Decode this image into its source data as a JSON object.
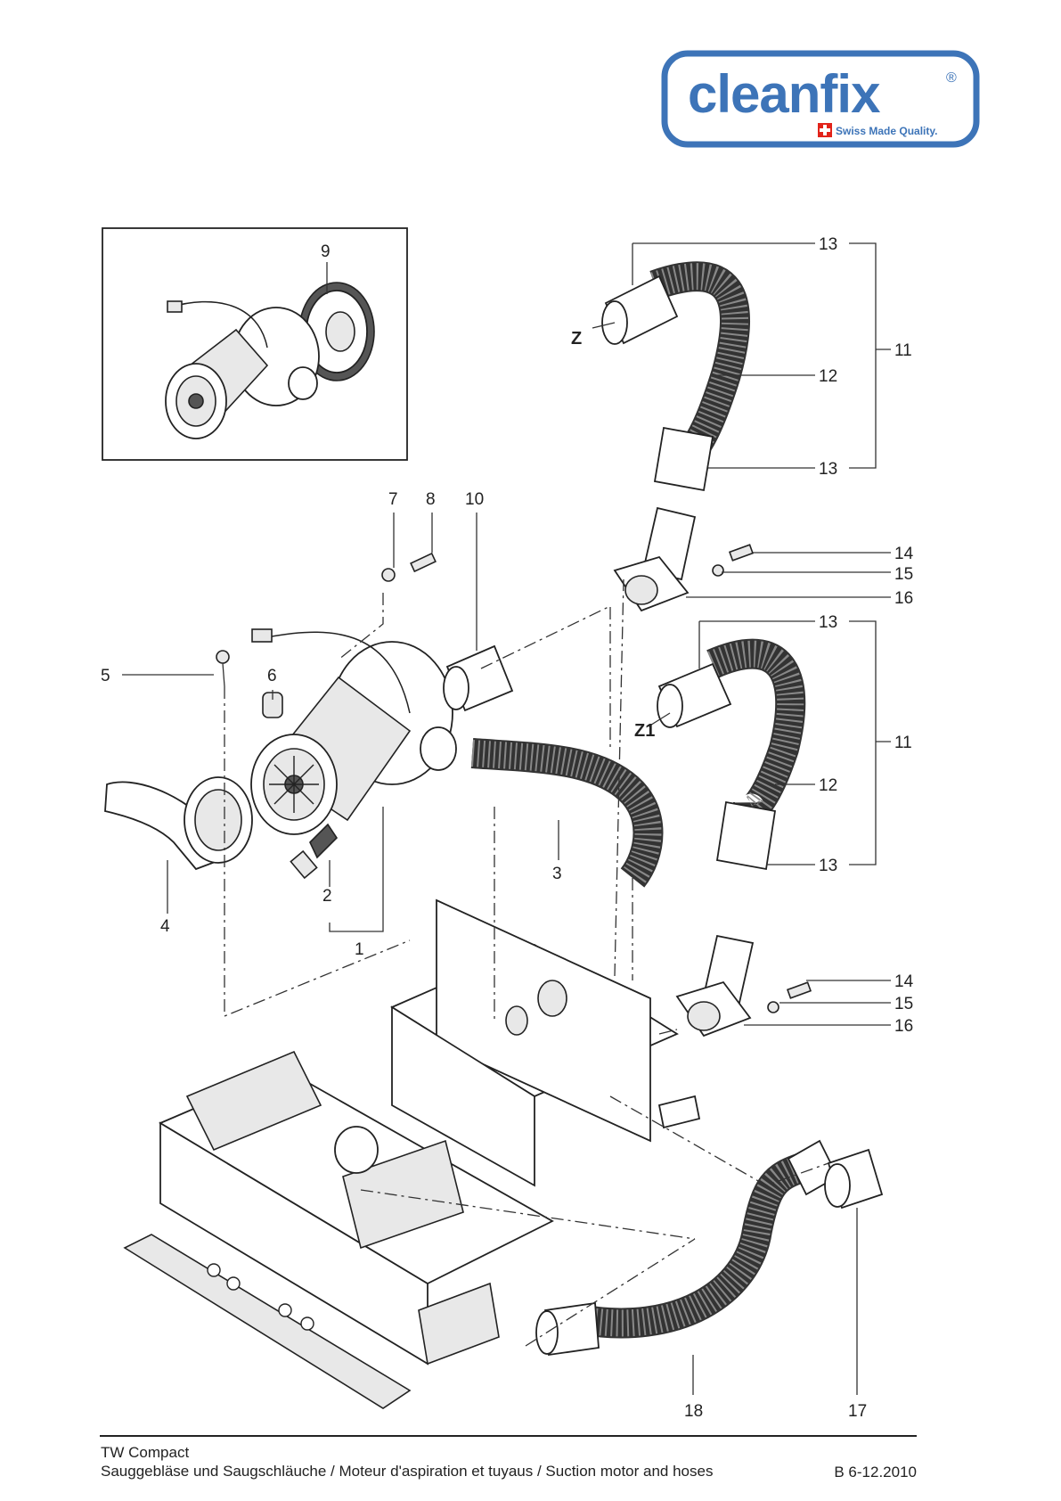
{
  "logo": {
    "wordmark": "cleanfix",
    "registered": "®",
    "tagline": "Swiss Made Quality.",
    "brand_color": "#3d74b8",
    "flag_color": "#e2231a"
  },
  "callouts": {
    "c1": "1",
    "c2": "2",
    "c3": "3",
    "c4": "4",
    "c5": "5",
    "c6": "6",
    "c7": "7",
    "c8": "8",
    "c9": "9",
    "c10": "10",
    "c11a": "11",
    "c12a": "12",
    "c13a": "13",
    "c13b": "13",
    "c14a": "14",
    "c15a": "15",
    "c16a": "16",
    "c11b": "11",
    "c12b": "12",
    "c13c": "13",
    "c13d": "13",
    "c14b": "14",
    "c15b": "15",
    "c16b": "16",
    "c17": "17",
    "c18": "18"
  },
  "markers": {
    "z": "Z",
    "z1": "Z1"
  },
  "footer": {
    "title": "TW Compact",
    "subtitle": "Sauggebläse und Saugschläuche / Moteur d'aspiration et tuyaus / Suction motor and hoses",
    "doc_code": "B 6-12.2010"
  }
}
